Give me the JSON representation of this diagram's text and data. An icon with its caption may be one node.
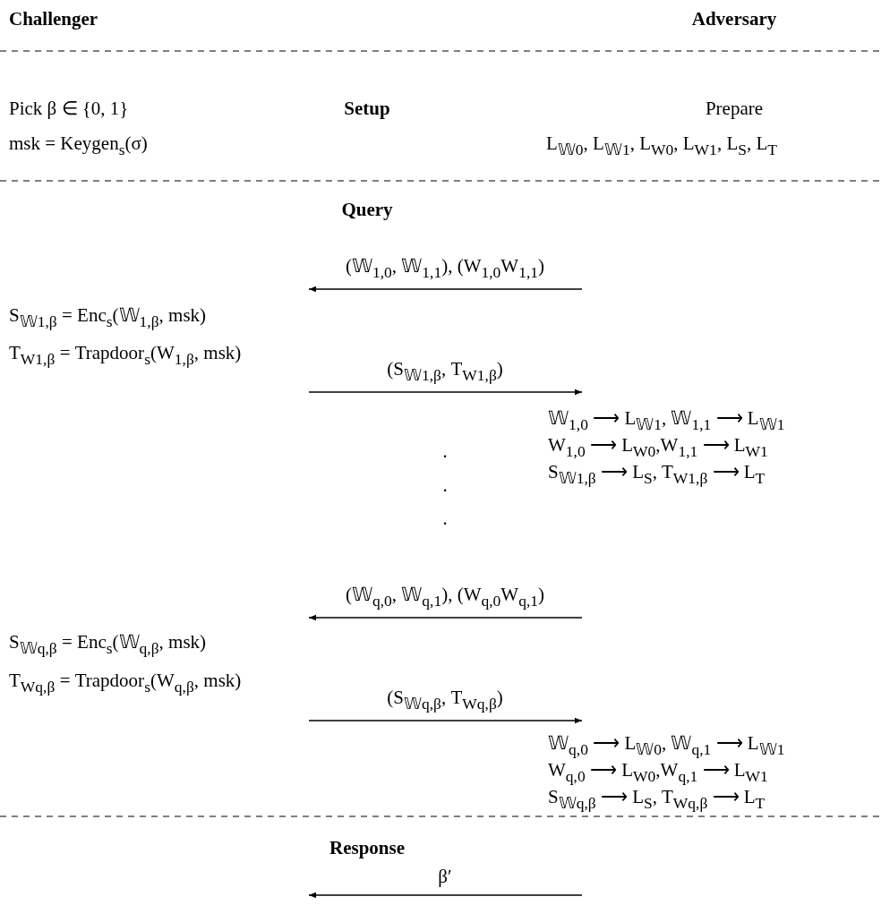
{
  "diagram": {
    "labels": [
      "Challenger",
      "Adversary",
      "Pick β ∈ {0, 1}",
      "Setup",
      "Prepare",
      "msk = Keygen$_{s}$(σ)",
      "L$_{𝕎0}$, L$_{𝕎1}$, L$_{W0}$, L$_{W1}$, L$_{S}$, L$_{T}$",
      "Query",
      "(𝕎$_{1,0}$, 𝕎$_{1,1}$), (W$_{1,0}$W$_{1,1}$)",
      "S$_{𝕎1,β}$ = Enc$_{s}$(𝕎$_{1,β}$, msk)",
      "T$_{W1,β}$ = Trapdoor$_{s}$(W$_{1,β}$, msk)",
      "(S$_{𝕎1,β}$, T$_{W1,β}$)",
      "𝕎$_{1,0}$ ⟶ L$_{𝕎1}$, 𝕎$_{1,1}$ ⟶ L$_{𝕎1}$",
      "W$_{1,0}$ ⟶ L$_{W0}$,W$_{1,1}$ ⟶ L$_{W1}$",
      "S$_{𝕎1,β}$ ⟶ L$_{S}$, T$_{W1,β}$ ⟶ L$_{T}$",
      ".",
      ".",
      ".",
      "(𝕎$_{q,0}$, 𝕎$_{q,1}$), (W$_{q,0}$W$_{q,1}$)",
      "S$_{𝕎q,β}$ = Enc$_{s}$(𝕎$_{q,β}$, msk)",
      "T$_{Wq,β}$ = Trapdoor$_{s}$(W$_{q,β}$, msk)",
      "(S$_{𝕎q,β}$, T$_{Wq,β}$)",
      "𝕎$_{q,0}$ ⟶ L$_{𝕎0}$, 𝕎$_{q,1}$ ⟶ L$_{𝕎1}$",
      "W$_{q,0}$ ⟶ L$_{W0}$,W$_{q,1}$ ⟶ L$_{W1}$",
      "S$_{𝕎q,β}$ ⟶ L$_{S}$, T$_{Wq,β}$ ⟶ L$_{T}$",
      "Response",
      "β′"
    ]
  }
}
